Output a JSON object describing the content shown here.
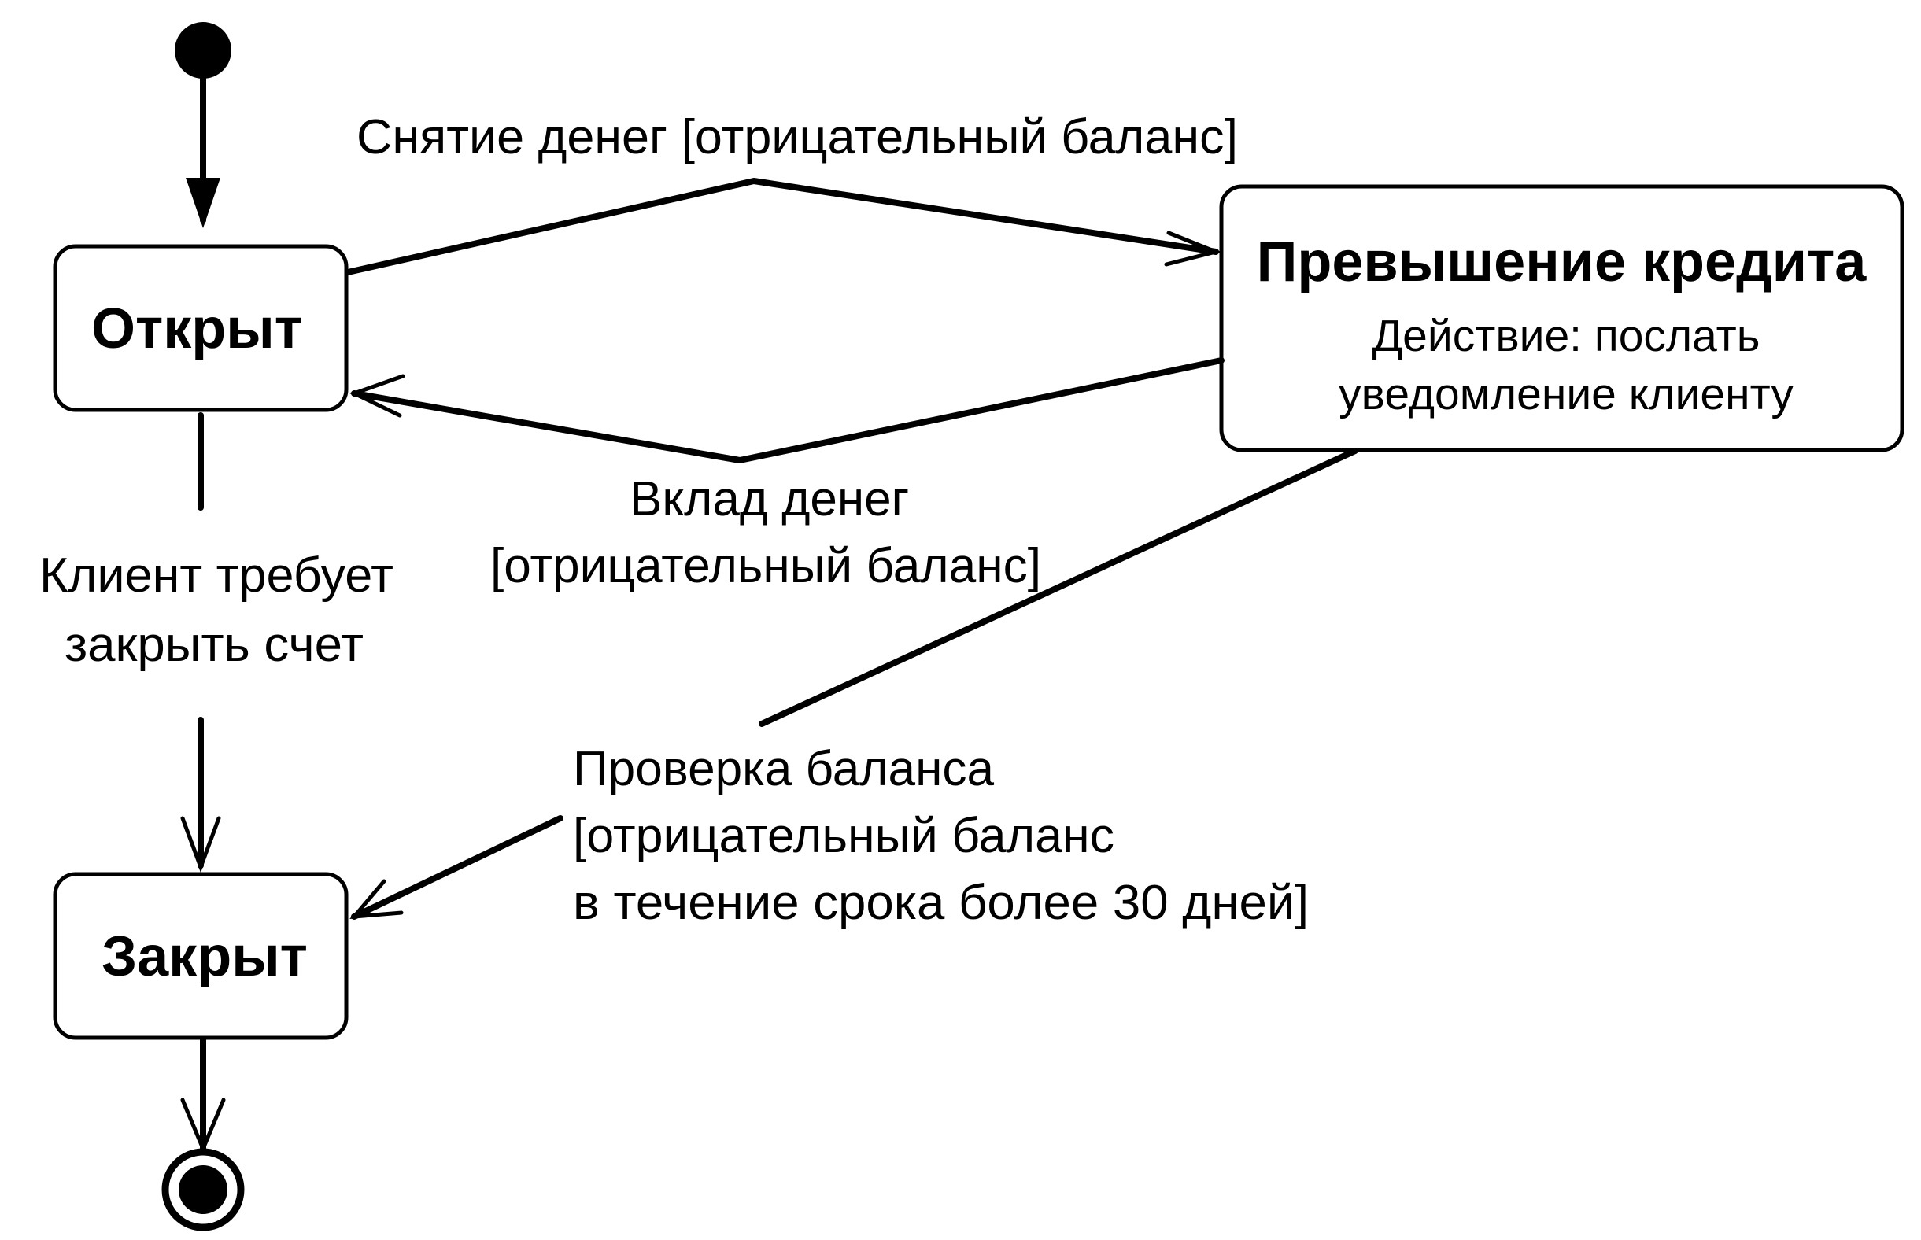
{
  "states": {
    "open": {
      "name": "Открыт"
    },
    "overdraft": {
      "name": "Превышение кредита",
      "action_line1": "Действие: послать",
      "action_line2": "уведомление клиенту"
    },
    "closed": {
      "name": "Закрыт"
    }
  },
  "transitions": {
    "withdraw": {
      "label": "Снятие денег [отрицательный баланс]"
    },
    "deposit": {
      "label_line1": "Вклад денег",
      "label_line2": "[отрицательный баланс]"
    },
    "close_request": {
      "label_line1": "Клиент требует",
      "label_line2": "закрыть счет"
    },
    "balance_check": {
      "label_line1": "Проверка баланса",
      "label_line2": "[отрицательный баланс",
      "label_line3": "в течение срока более 30 дней]"
    }
  }
}
